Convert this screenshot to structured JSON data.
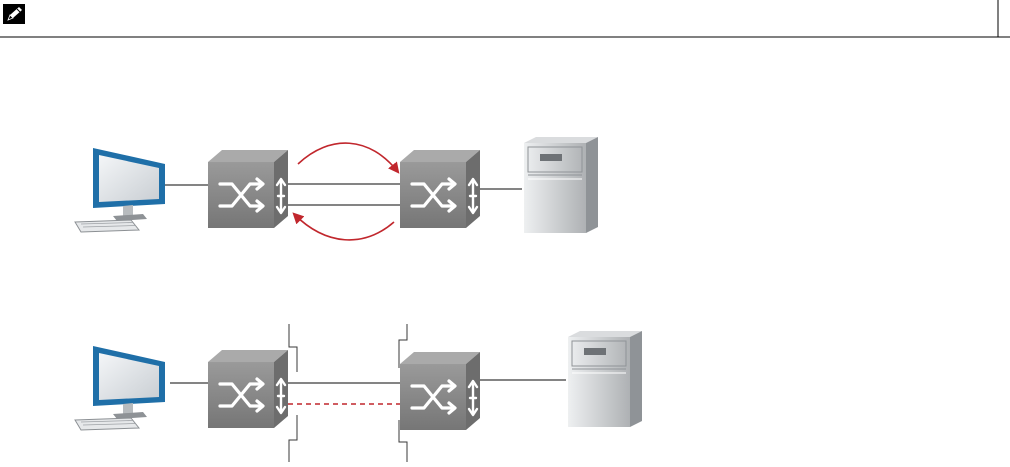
{
  "note": {
    "icon": "note-pencil-icon"
  },
  "colors": {
    "rule": "#000000",
    "link": "#3a3a3a",
    "arrow": "#c1272d",
    "dashed": "#c1272d",
    "switch_front": "#8d8d8d",
    "switch_side": "#6f6f6f",
    "switch_top": "#a8a8a8",
    "monitor_frame": "#1f6fa8",
    "server_body": "#c4c6c8"
  },
  "diagrams": [
    {
      "id": "top",
      "nodes": [
        "workstation-icon",
        "switch-icon",
        "switch-icon",
        "server-icon"
      ],
      "links": [
        "solid",
        "solid",
        "solid",
        "solid"
      ],
      "arrows": [
        "curved-arrow-right",
        "curved-arrow-left"
      ]
    },
    {
      "id": "bottom",
      "nodes": [
        "workstation-icon",
        "switch-icon",
        "switch-icon",
        "server-icon"
      ],
      "links": [
        "solid",
        "solid",
        "dashed",
        "solid"
      ],
      "brackets": [
        "bracket-left",
        "bracket-right"
      ]
    }
  ]
}
